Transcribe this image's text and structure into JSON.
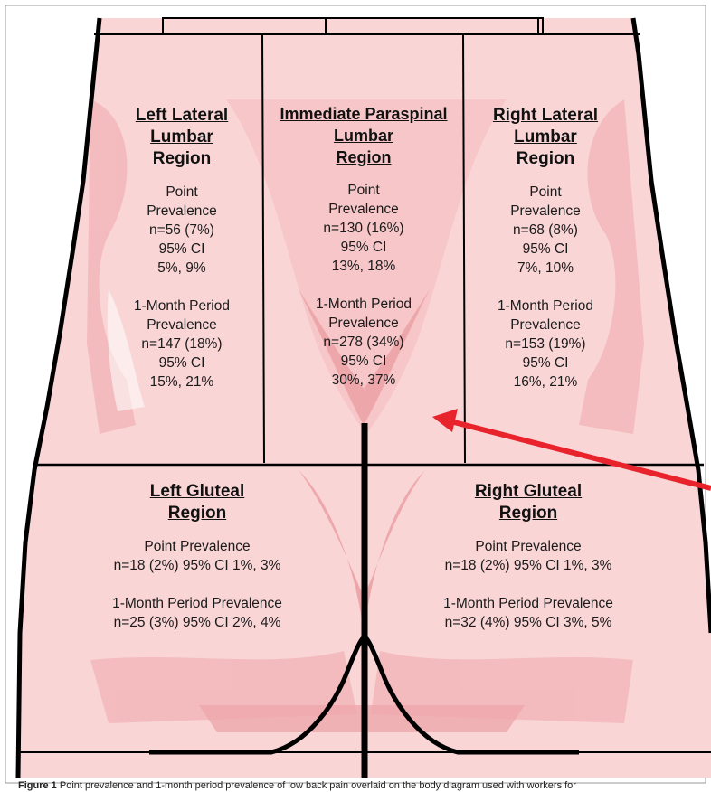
{
  "regions": {
    "left_lumbar": {
      "title": "Left Lateral\nLumbar\nRegion",
      "point": [
        "Point",
        "Prevalence",
        "n=56 (7%)",
        "95% CI",
        "5%, 9%"
      ],
      "month": [
        "1-Month Period",
        "Prevalence",
        "n=147 (18%)",
        "95% CI",
        "15%, 21%"
      ]
    },
    "paraspinal": {
      "title": "Immediate Paraspinal\nLumbar\nRegion",
      "point": [
        "Point",
        "Prevalence",
        "n=130 (16%)",
        "95% CI",
        "13%, 18%"
      ],
      "month": [
        "1-Month Period",
        "Prevalence",
        "n=278 (34%)",
        "95% CI",
        "30%, 37%"
      ]
    },
    "right_lumbar": {
      "title": "Right Lateral\nLumbar\nRegion",
      "point": [
        "Point",
        "Prevalence",
        "n=68 (8%)",
        "95% CI",
        "7%, 10%"
      ],
      "month": [
        "1-Month Period",
        "Prevalence",
        "n=153 (19%)",
        "95% CI",
        "16%, 21%"
      ]
    },
    "left_gluteal": {
      "title": "Left Gluteal\nRegion",
      "point": [
        "Point Prevalence",
        "n=18 (2%) 95% CI 1%, 3%"
      ],
      "month": [
        "1-Month Period Prevalence",
        "n=25 (3%) 95% CI 2%, 4%"
      ]
    },
    "right_gluteal": {
      "title": "Right Gluteal\nRegion",
      "point": [
        "Point Prevalence",
        "n=18 (2%) 95% CI 1%, 3%"
      ],
      "month": [
        "1-Month Period Prevalence",
        "n=32 (4%) 95% CI 3%, 5%"
      ]
    }
  },
  "caption": {
    "label": "Figure 1",
    "text": "Point prevalence and 1-month period prevalence of low back pain overlaid on the body diagram used with workers for"
  },
  "colors": {
    "skin": "#f9d5d6",
    "heat_light": "#f3b9bc",
    "heat_mid": "#eca3a7",
    "outline": "#000000",
    "arrow": "#e8232b"
  }
}
